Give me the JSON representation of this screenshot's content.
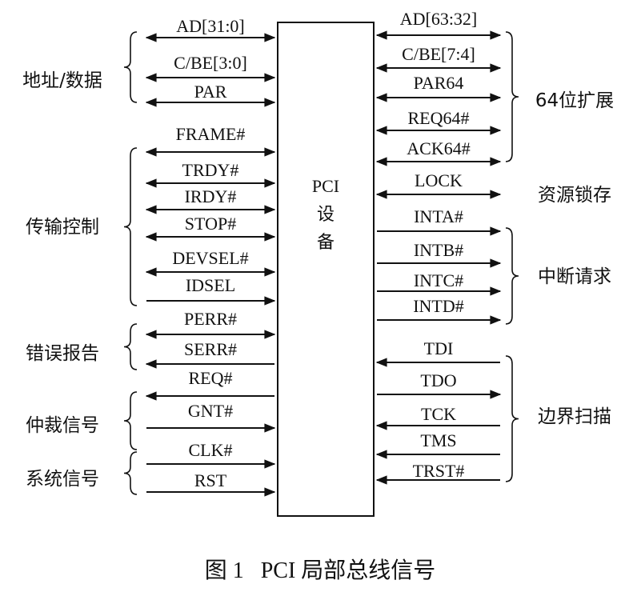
{
  "device": {
    "line1": "PCI",
    "line2": "设",
    "line3": "备"
  },
  "caption": "图 1   PCI 局部总线信号",
  "left_signals": [
    {
      "name": "AD[31:0]",
      "dir": "bidir"
    },
    {
      "name": "C/BE[3:0]",
      "dir": "bidir"
    },
    {
      "name": "PAR",
      "dir": "bidir"
    },
    {
      "name": "FRAME#",
      "dir": "bidir"
    },
    {
      "name": "TRDY#",
      "dir": "bidir"
    },
    {
      "name": "IRDY#",
      "dir": "bidir"
    },
    {
      "name": "STOP#",
      "dir": "bidir"
    },
    {
      "name": "DEVSEL#",
      "dir": "bidir"
    },
    {
      "name": "IDSEL",
      "dir": "in"
    },
    {
      "name": "PERR#",
      "dir": "bidir"
    },
    {
      "name": "SERR#",
      "dir": "out"
    },
    {
      "name": "REQ#",
      "dir": "out"
    },
    {
      "name": "GNT#",
      "dir": "in"
    },
    {
      "name": "CLK#",
      "dir": "in"
    },
    {
      "name": "RST",
      "dir": "in"
    }
  ],
  "right_signals": [
    {
      "name": "AD[63:32]",
      "dir": "bidir"
    },
    {
      "name": "C/BE[7:4]",
      "dir": "bidir"
    },
    {
      "name": "PAR64",
      "dir": "bidir"
    },
    {
      "name": "REQ64#",
      "dir": "bidir"
    },
    {
      "name": "ACK64#",
      "dir": "bidir"
    },
    {
      "name": "LOCK",
      "dir": "bidir"
    },
    {
      "name": "INTA#",
      "dir": "out"
    },
    {
      "name": "INTB#",
      "dir": "out"
    },
    {
      "name": "INTC#",
      "dir": "out"
    },
    {
      "name": "INTD#",
      "dir": "out"
    },
    {
      "name": "TDI",
      "dir": "in"
    },
    {
      "name": "TDO",
      "dir": "out"
    },
    {
      "name": "TCK",
      "dir": "in"
    },
    {
      "name": "TMS",
      "dir": "in"
    },
    {
      "name": "TRST#",
      "dir": "in"
    }
  ],
  "left_groups": [
    "地址/数据",
    "传输控制",
    "错误报告",
    "仲裁信号",
    "系统信号"
  ],
  "right_groups": [
    "64位扩展",
    "资源锁存",
    "中断请求",
    "边界扫描"
  ]
}
